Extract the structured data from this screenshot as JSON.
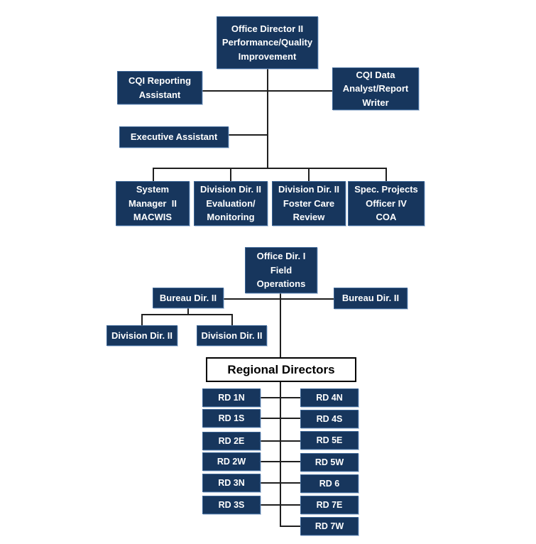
{
  "colors": {
    "box_fill": "#17365d",
    "box_border": "#3c6595",
    "box_text": "#ffffff",
    "line": "#1f1f1f",
    "header_bg": "#ffffff",
    "header_border": "#000000",
    "header_text": "#000000"
  },
  "chart1": {
    "root": "Office Director II\nPerformance/Quality\nImprovement",
    "cqi_reporting_assistant": "CQI Reporting\nAssistant",
    "cqi_data_analyst": "CQI Data\nAnalyst/Report\nWriter",
    "executive_assistant": "Executive Assistant",
    "children": [
      "System\nManager  II\nMACWIS",
      "Division Dir. II\nEvaluation/\nMonitoring",
      "Division Dir. II\nFoster Care\nReview",
      "Spec. Projects\nOfficer IV\nCOA"
    ]
  },
  "chart2": {
    "root": "Office Dir. I\nField\nOperations",
    "bureau_left": "Bureau Dir. II",
    "bureau_right": "Bureau Dir. II",
    "division_left": "Division Dir. II",
    "division_right": "Division Dir. II",
    "regional_header": "Regional Directors",
    "rd_left": [
      "RD 1N",
      "RD 1S",
      "RD 2E",
      "RD 2W",
      "RD 3N",
      "RD 3S"
    ],
    "rd_right": [
      "RD 4N",
      "RD 4S",
      "RD 5E",
      "RD 5W",
      "RD 6",
      "RD 7E",
      "RD 7W"
    ]
  }
}
